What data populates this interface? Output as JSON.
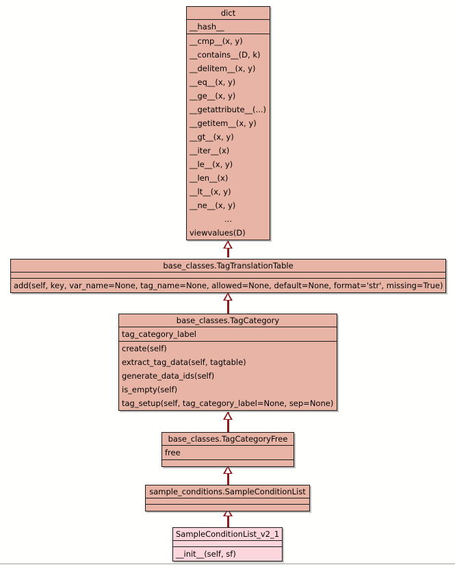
{
  "diagram": {
    "title": "UML class inheritance diagram",
    "background_color": "#fffffd",
    "class_fill_color": "#e8b4a6",
    "leaf_fill_color": "#fbd6dd",
    "border_color": "#1a1a1a",
    "connector_color": "#8b1a1a"
  },
  "classes": [
    {
      "id": "dict",
      "name": "dict",
      "attributes": [
        "__hash__"
      ],
      "methods": [
        "__cmp__(x, y)",
        "__contains__(D, k)",
        "__delitem__(x, y)",
        "__eq__(x, y)",
        "__ge__(x, y)",
        "__getattribute__(...)",
        "__getitem__(x, y)",
        "__gt__(x, y)",
        "__iter__(x)",
        "__le__(x, y)",
        "__len__(x)",
        "__lt__(x, y)",
        "__ne__(x, y)",
        "...",
        "viewvalues(D)"
      ]
    },
    {
      "id": "tagtranslationtable",
      "name": "base_classes.TagTranslationTable",
      "attributes": [],
      "methods": [
        "add(self, key, var_name=None, tag_name=None, allowed=None, default=None, format='str', missing=True)"
      ]
    },
    {
      "id": "tagcategory",
      "name": "base_classes.TagCategory",
      "attributes": [
        "tag_category_label"
      ],
      "methods": [
        "create(self)",
        "extract_tag_data(self, tagtable)",
        "generate_data_ids(self)",
        "is_empty(self)",
        "tag_setup(self, tag_category_label=None, sep=None)"
      ]
    },
    {
      "id": "tagcategoryfree",
      "name": "base_classes.TagCategoryFree",
      "attributes": [
        "free"
      ],
      "methods": []
    },
    {
      "id": "sampleconditionlist",
      "name": "sample_conditions.SampleConditionList",
      "attributes": [],
      "methods": []
    },
    {
      "id": "sampleconditionlist_v2_1",
      "name": "SampleConditionList_v2_1",
      "attributes": [],
      "methods": [
        "__init__(self, sf)"
      ]
    }
  ],
  "relationships": [
    {
      "type": "inheritance",
      "from": "base_classes.TagTranslationTable",
      "to": "dict"
    },
    {
      "type": "inheritance",
      "from": "base_classes.TagCategory",
      "to": "base_classes.TagTranslationTable"
    },
    {
      "type": "inheritance",
      "from": "base_classes.TagCategoryFree",
      "to": "base_classes.TagCategory"
    },
    {
      "type": "inheritance",
      "from": "sample_conditions.SampleConditionList",
      "to": "base_classes.TagCategoryFree"
    },
    {
      "type": "inheritance",
      "from": "SampleConditionList_v2_1",
      "to": "sample_conditions.SampleConditionList"
    }
  ]
}
